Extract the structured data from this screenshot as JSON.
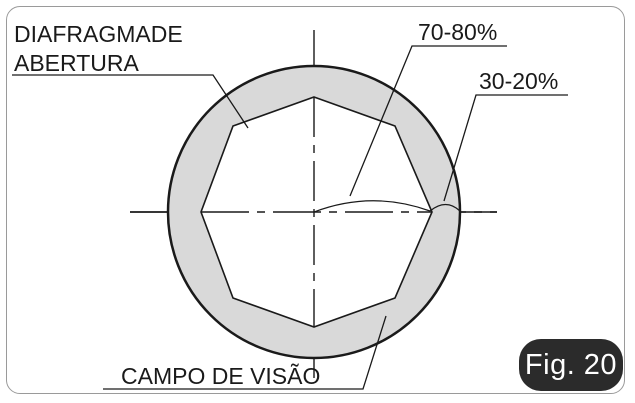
{
  "labels": {
    "aperture_diaphragm_line1": "DIAFRAGMADE",
    "aperture_diaphragm_line2": "ABERTURA",
    "percent_inner": "70-80%",
    "percent_outer": "30-20%",
    "field_of_view": "CAMPO DE VISÃO"
  },
  "figure_badge": "Fig. 20",
  "colors": {
    "annulus_fill": "#d9d9d9",
    "line": "#1a1a1a",
    "badge_background": "#2b2b2b",
    "badge_text": "#ffffff"
  }
}
